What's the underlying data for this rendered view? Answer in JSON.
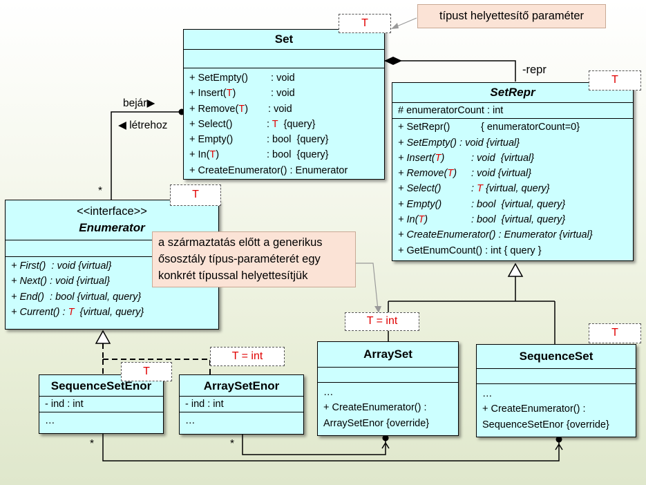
{
  "notes": {
    "type_param": "típust helyettesítő paraméter",
    "inherit_lines": [
      "a származtatás előtt a generikus",
      "ősosztály típus-paraméterét egy",
      "konkrét típussal helyettesítjük"
    ]
  },
  "set": {
    "title": "Set",
    "param": "T",
    "methods": [
      {
        "a": "+ SetEmpty()",
        "b": "  : void"
      },
      {
        "a": "+ Insert(",
        "t": "T",
        "a2": ")",
        "b": "  : void"
      },
      {
        "a": "+ Remove(",
        "t": "T",
        "a2": ")",
        "b": " : void"
      },
      {
        "a": "+ Select()",
        "b": "",
        "t2": "T",
        "b2": "  {query}"
      },
      {
        "a": "+ Empty()",
        "b": ": bool  {query}"
      },
      {
        "a": "+ In(",
        "t": "T",
        "a2": ")",
        "b": ": bool  {query}"
      },
      {
        "a": "+ CreateEnumerator() : Enumerator",
        "b": ""
      }
    ]
  },
  "setrepr": {
    "title": "SetRepr",
    "param": "T",
    "attr": "# enumeratorCount : int",
    "methods": [
      {
        "a": "+ SetRepr()",
        "b": "{ enumeratorCount=0}",
        "italic": false
      },
      {
        "a": "+ SetEmpty()",
        "b": " : void {virtual}",
        "italic": true
      },
      {
        "a": "+ Insert(",
        "t": "T",
        "a2": ")",
        "b": ": void  {virtual}",
        "italic": true
      },
      {
        "a": "+ Remove(",
        "t": "T",
        "a2": ")",
        "b": ": void {virtual}",
        "italic": true
      },
      {
        "a": "+ Select()",
        "b": ": ",
        "t2": "T",
        "b2": " {virtual, query}",
        "italic": true
      },
      {
        "a": "+ Empty()",
        "b": ": bool  {virtual, query}",
        "italic": true
      },
      {
        "a": "+ In(",
        "t": "T",
        "a2": ")",
        "b": ": bool  {virtual, query}",
        "italic": true
      },
      {
        "a": "+ CreateEnumerator() : Enumerator {virtual}",
        "b": "",
        "italic": true
      },
      {
        "a": "+ GetEnumCount() : int { query }",
        "b": "",
        "italic": false
      }
    ]
  },
  "enumerator": {
    "stereotype": "<<interface>>",
    "title": "Enumerator",
    "param": "T",
    "methods": [
      {
        "a": "+ First()  : void {virtual}"
      },
      {
        "a": "+ Next() : void {virtual}"
      },
      {
        "a": "+ End()  : bool {virtual, query}"
      },
      {
        "a": "+ Current() : ",
        "t": "T",
        "a2": "  {virtual, query}"
      }
    ]
  },
  "arrayset": {
    "title": "ArraySet",
    "param": "T = int",
    "ellipsis": "…",
    "method_l1": "+ CreateEnumerator() :",
    "method_l2": "ArraySetEnor {override}"
  },
  "sequenceset": {
    "title": "SequenceSet",
    "param": "T",
    "ellipsis": "…",
    "method_l1": "+ CreateEnumerator() :",
    "method_l2": "SequenceSetEnor {override}"
  },
  "seqsetenor": {
    "title": "SequenceSetEnor",
    "param": "T",
    "attr": "- ind : int",
    "ellipsis": "…"
  },
  "arraysetenor": {
    "title": "ArraySetEnor",
    "param": "T = int",
    "attr": "- ind : int",
    "ellipsis": "…"
  },
  "labels": {
    "bejar": "bejár",
    "letrehoz": "létrehoz",
    "repr": "-repr",
    "star": "*",
    "right_arrow": "▶",
    "left_arrow": "◀"
  }
}
